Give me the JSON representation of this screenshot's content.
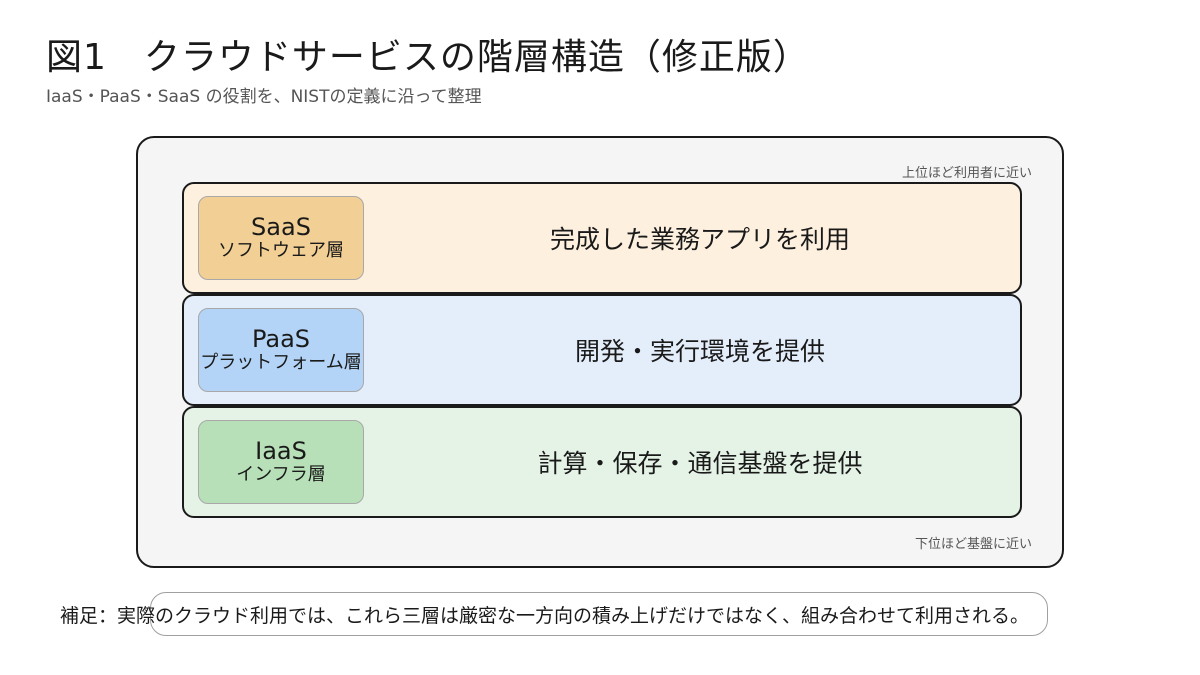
{
  "header": {
    "title": "図1　クラウドサービスの階層構造（修正版）",
    "subtitle": "IaaS・PaaS・SaaS の役割を、NISTの定義に沿って整理"
  },
  "diagram": {
    "note_top": "上位ほど利用者に近い",
    "note_bottom": "下位ほど基盤に近い",
    "layers": [
      {
        "name": "SaaS",
        "subtitle": "ソフトウェア層",
        "description": "完成した業務アプリを利用",
        "layer_color": "#fdf0df",
        "badge_color": "#f2cf94"
      },
      {
        "name": "PaaS",
        "subtitle": "プラットフォーム層",
        "description": "開発・実行環境を提供",
        "layer_color": "#e4eefb",
        "badge_color": "#b3d4f6"
      },
      {
        "name": "IaaS",
        "subtitle": "インフラ層",
        "description": "計算・保存・通信基盤を提供",
        "layer_color": "#e5f3e6",
        "badge_color": "#b7e0b8"
      }
    ]
  },
  "footer": {
    "supplement": "補足：実際のクラウド利用では、これら三層は厳密な一方向の積み上げだけではなく、組み合わせて利用される。"
  }
}
